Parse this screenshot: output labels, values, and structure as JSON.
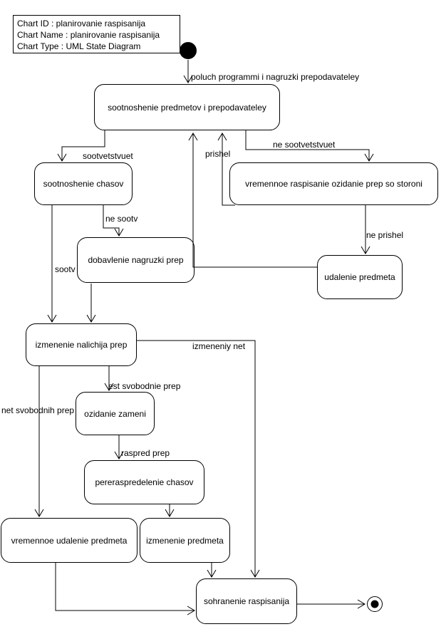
{
  "header": {
    "chart_id": "Chart ID : planirovanie raspisanija",
    "chart_name": "Chart Name : planirovanie raspisanija",
    "chart_type": "Chart Type : UML State Diagram"
  },
  "diagram": {
    "type": "uml-state-diagram",
    "colors": {
      "stroke": "#000000",
      "fill": "#ffffff",
      "text": "#000000"
    },
    "states": [
      {
        "id": "s0",
        "label": "sootnoshenie predmetov i prepodavateley"
      },
      {
        "id": "s1",
        "label": "sootnoshenie chasov"
      },
      {
        "id": "s2",
        "label": "vremennoe raspisanie ozidanie prep so storoni"
      },
      {
        "id": "s3",
        "label": "dobavlenie nagruzki prep"
      },
      {
        "id": "s4",
        "label": "udalenie predmeta"
      },
      {
        "id": "s5",
        "label": "izmenenie nalichija prep"
      },
      {
        "id": "s6",
        "label": "ozidanie zameni"
      },
      {
        "id": "s7",
        "label": "pereraspredelenie chasov"
      },
      {
        "id": "s8",
        "label": "vremennoe udalenie predmeta"
      },
      {
        "id": "s9",
        "label": "izmenenie predmeta"
      },
      {
        "id": "s10",
        "label": "sohranenie raspisanija"
      }
    ],
    "transitions": [
      {
        "from": "initial",
        "to": "s0",
        "label": "poluch programmi i nagruzki prepodavateley"
      },
      {
        "from": "s0",
        "to": "s1",
        "label": "sootvetstvuet"
      },
      {
        "from": "s0",
        "to": "s2",
        "label": "ne sootvetstvuet"
      },
      {
        "from": "s1",
        "to": "s3",
        "label": "ne sootv"
      },
      {
        "from": "s1",
        "to": "s5",
        "label": "sootv"
      },
      {
        "from": "s2",
        "to": "s0",
        "label": "prishel"
      },
      {
        "from": "s2",
        "to": "s4",
        "label": "ne prishel"
      },
      {
        "from": "s4",
        "to": "s0",
        "label": ""
      },
      {
        "from": "s3",
        "to": "s5",
        "label": ""
      },
      {
        "from": "s5",
        "to": "s10",
        "label": "izmeneniy net"
      },
      {
        "from": "s5",
        "to": "s6",
        "label": "est svobodnie prep"
      },
      {
        "from": "s5",
        "to": "s8",
        "label": "net svobodnih prep"
      },
      {
        "from": "s6",
        "to": "s7",
        "label": "raspred prep"
      },
      {
        "from": "s7",
        "to": "s9",
        "label": ""
      },
      {
        "from": "s9",
        "to": "s10",
        "label": ""
      },
      {
        "from": "s8",
        "to": "s10",
        "label": ""
      },
      {
        "from": "s10",
        "to": "final",
        "label": ""
      }
    ]
  }
}
